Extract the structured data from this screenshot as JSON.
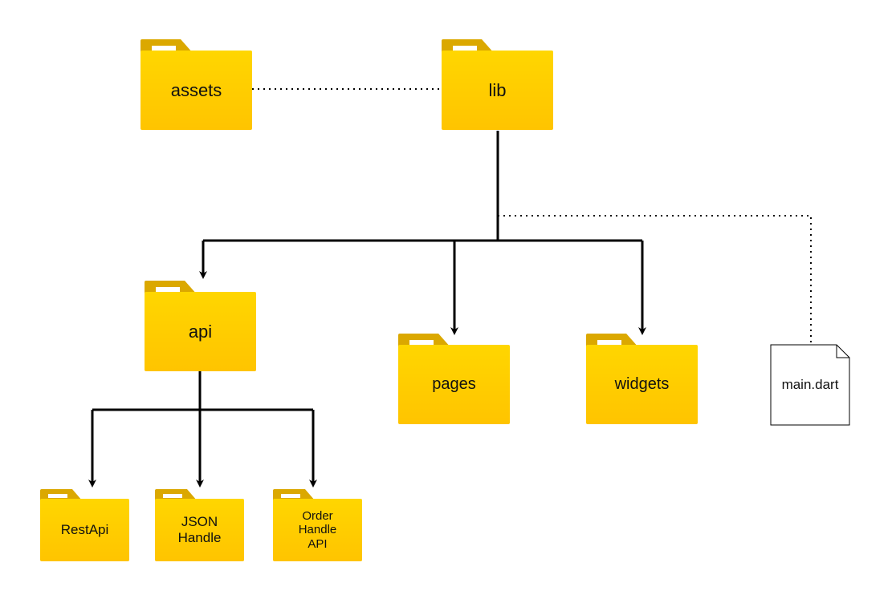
{
  "folders": {
    "assets": "assets",
    "lib": "lib",
    "api": "api",
    "pages": "pages",
    "widgets": "widgets",
    "restapi": "RestApi",
    "json_handle": "JSON\nHandle",
    "order_handle": "Order\nHandle\nAPI"
  },
  "file": {
    "main": "main.dart"
  },
  "colors": {
    "folder_body": "#ffc400",
    "folder_tab": "#dba800",
    "line": "#000000"
  }
}
